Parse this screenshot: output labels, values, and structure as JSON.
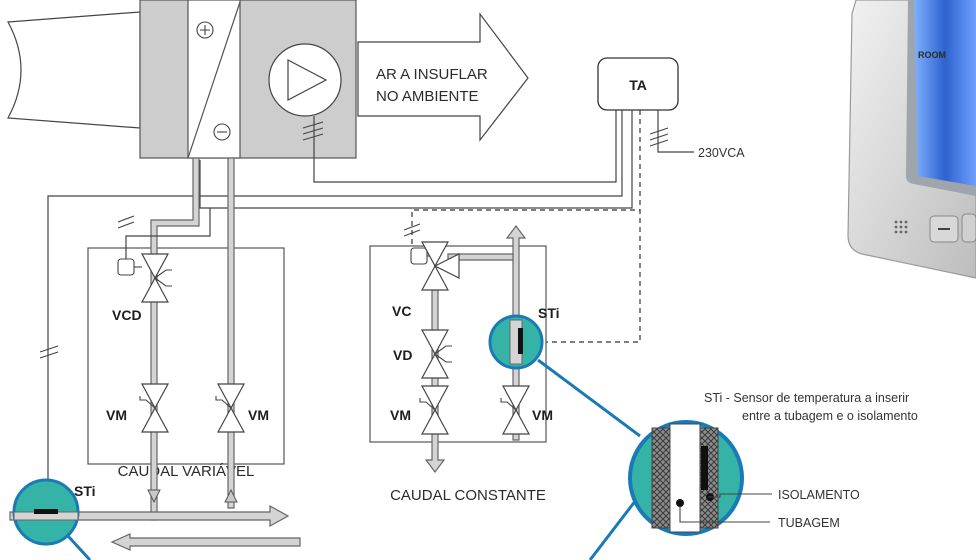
{
  "labels": {
    "supply_air_line1": "AR A INSUFLAR",
    "supply_air_line2": "NO AMBIENTE",
    "ta": "TA",
    "voltage": "230VCA",
    "vcd": "VCD",
    "vc": "VC",
    "vd": "VD",
    "vm": "VM",
    "sti": "STi",
    "variable_flow": "CAUDAL VARIÁVEL",
    "constant_flow": "CAUDAL CONSTANTE",
    "sti_note_line1": "STi - Sensor de temperatura a inserir",
    "sti_note_line2": "entre a tubagem e o isolamento",
    "insulation": "ISOLAMENTO",
    "pipe": "TUBAGEM",
    "thermostat_screen": "ROOM"
  },
  "icons": {
    "plus": "plus-icon",
    "minus": "minus-icon",
    "fan": "fan-icon"
  },
  "colors": {
    "accent": "#1a7ab8",
    "sensor_fill": "#35b3a6",
    "unit_fill": "#c9c9c9",
    "pipe_fill": "#d4d4d4",
    "screen": "#3c6fd0"
  }
}
